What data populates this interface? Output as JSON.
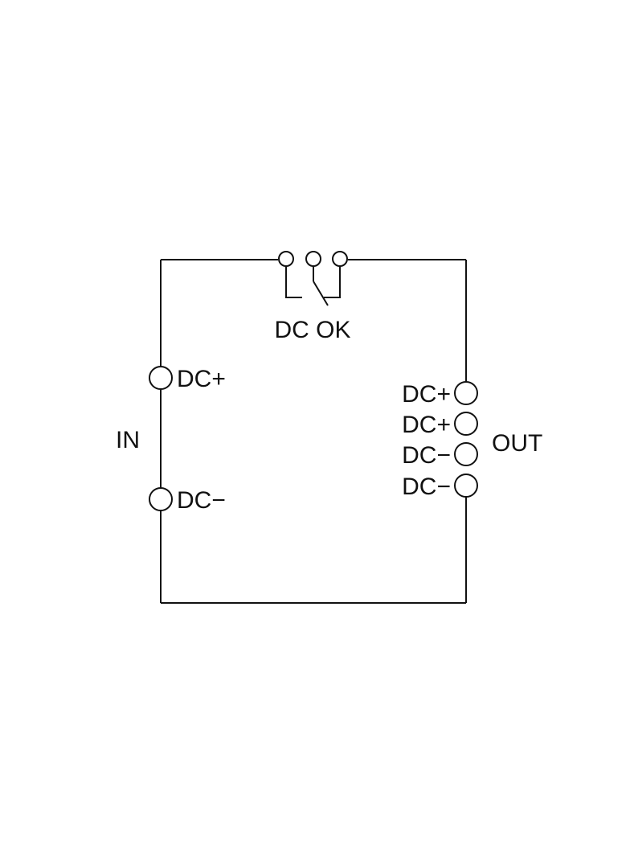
{
  "diagram": {
    "relay": {
      "label": "DC OK"
    },
    "input": {
      "group_label": "IN",
      "terminals": [
        "DC+",
        "DC−"
      ]
    },
    "output": {
      "group_label": "OUT",
      "terminals": [
        "DC+",
        "DC+",
        "DC−",
        "DC−"
      ]
    },
    "colors": {
      "line": "#111111",
      "background": "#ffffff"
    }
  }
}
